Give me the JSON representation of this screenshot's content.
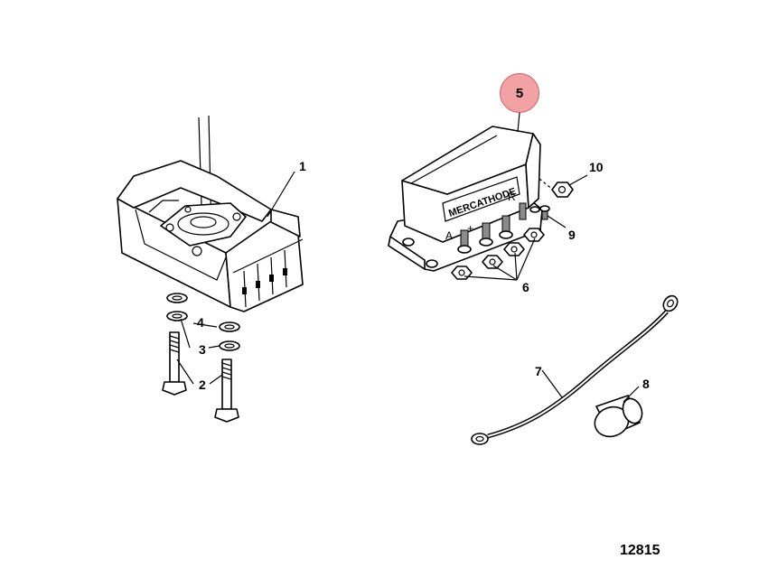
{
  "callouts": {
    "c1": "1",
    "c2": "2",
    "c3": "3",
    "c4": "4",
    "c5": "5",
    "c6": "6",
    "c7": "7",
    "c8": "8",
    "c9": "9",
    "c10": "10"
  },
  "part_label": {
    "brand": "MERCATHODE",
    "terminal_a": "A",
    "terminal_plus": "+",
    "terminal_minus": "–",
    "terminal_r": "R"
  },
  "drawing_number": "12815",
  "colors": {
    "highlight_fill": "#f2a1a5",
    "highlight_stroke": "#d65a62",
    "line": "#000000"
  }
}
